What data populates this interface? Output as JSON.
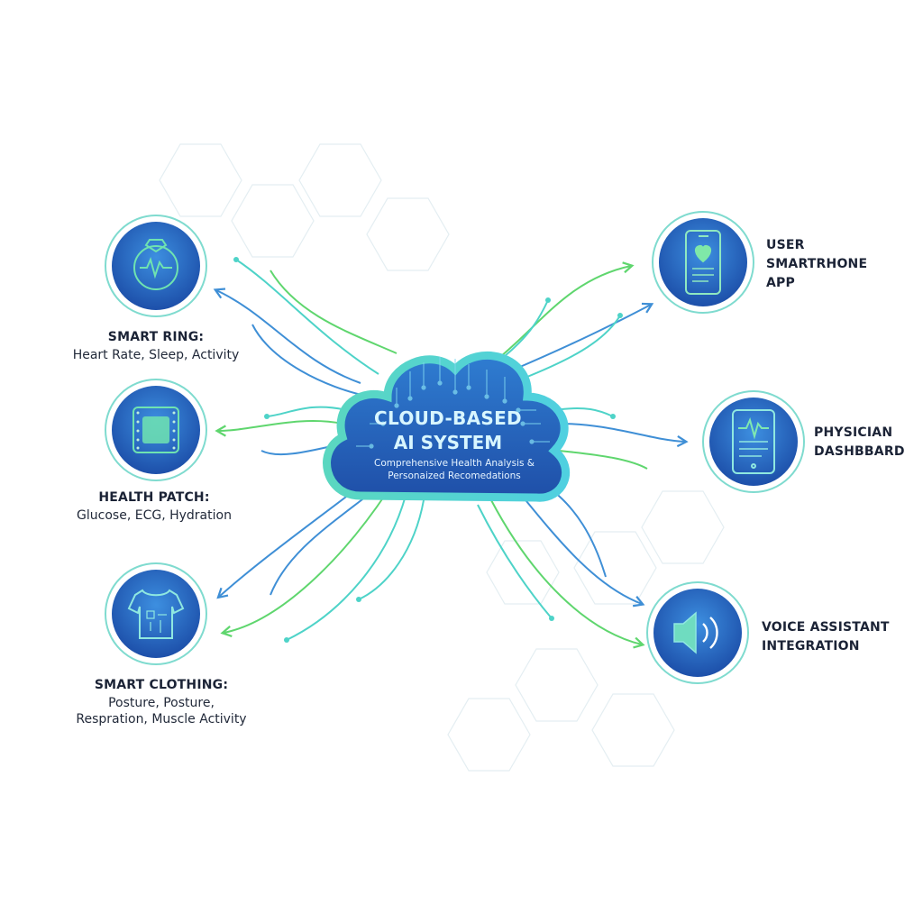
{
  "cloud": {
    "title_line1": "CLOUD-BASED",
    "title_line2": "AI SYSTEM",
    "subtitle_line1": "Comprehensive Health Analysis &",
    "subtitle_line2": "Personaized Recomedations"
  },
  "devices": [
    {
      "title": "SMART RING:",
      "subtitle_lines": [
        "Heart Rate, Sleep, Activity"
      ],
      "icon": "ring-icon"
    },
    {
      "title": "HEALTH PATCH:",
      "subtitle_lines": [
        "Glucose, ECG, Hydration"
      ],
      "icon": "chip-icon"
    },
    {
      "title": "SMART CLOTHING:",
      "subtitle_lines": [
        "Posture, Posture,",
        "Respration, Muscle Activity"
      ],
      "icon": "shirt-icon"
    }
  ],
  "outputs": [
    {
      "title_lines": [
        "USER",
        "SMARTRHONE",
        "APP"
      ],
      "icon": "smartphone-heart-icon"
    },
    {
      "title_lines": [
        "PHYSICIAN",
        "DASHBBARD"
      ],
      "icon": "tablet-ecg-icon"
    },
    {
      "title_lines": [
        "VOICE ASSISTANT",
        "INTEGRATION"
      ],
      "icon": "speaker-icon"
    }
  ],
  "colors": {
    "blue_dark": "#1f4fa8",
    "blue_mid": "#2f7fd0",
    "teal": "#4ed3c8",
    "green": "#5fd66e",
    "line_blue": "#3f8fd6",
    "text": "#1d2433"
  }
}
